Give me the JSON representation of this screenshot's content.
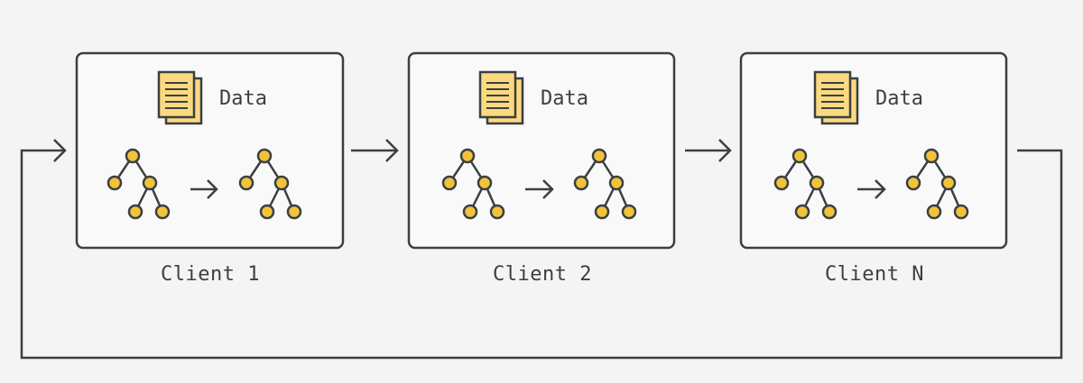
{
  "clients": [
    {
      "data_label": "Data",
      "client_label": "Client 1"
    },
    {
      "data_label": "Data",
      "client_label": "Client 2"
    },
    {
      "data_label": "Data",
      "client_label": "Client N"
    }
  ],
  "colors": {
    "background": "#f4f4f4",
    "box_fill": "#f9f9f9",
    "stroke": "#3b3f44",
    "document": "#fbd97f",
    "node": "#f2c33a"
  },
  "icons": [
    "document-stack-icon",
    "tree-icon",
    "arrow-right-icon"
  ]
}
